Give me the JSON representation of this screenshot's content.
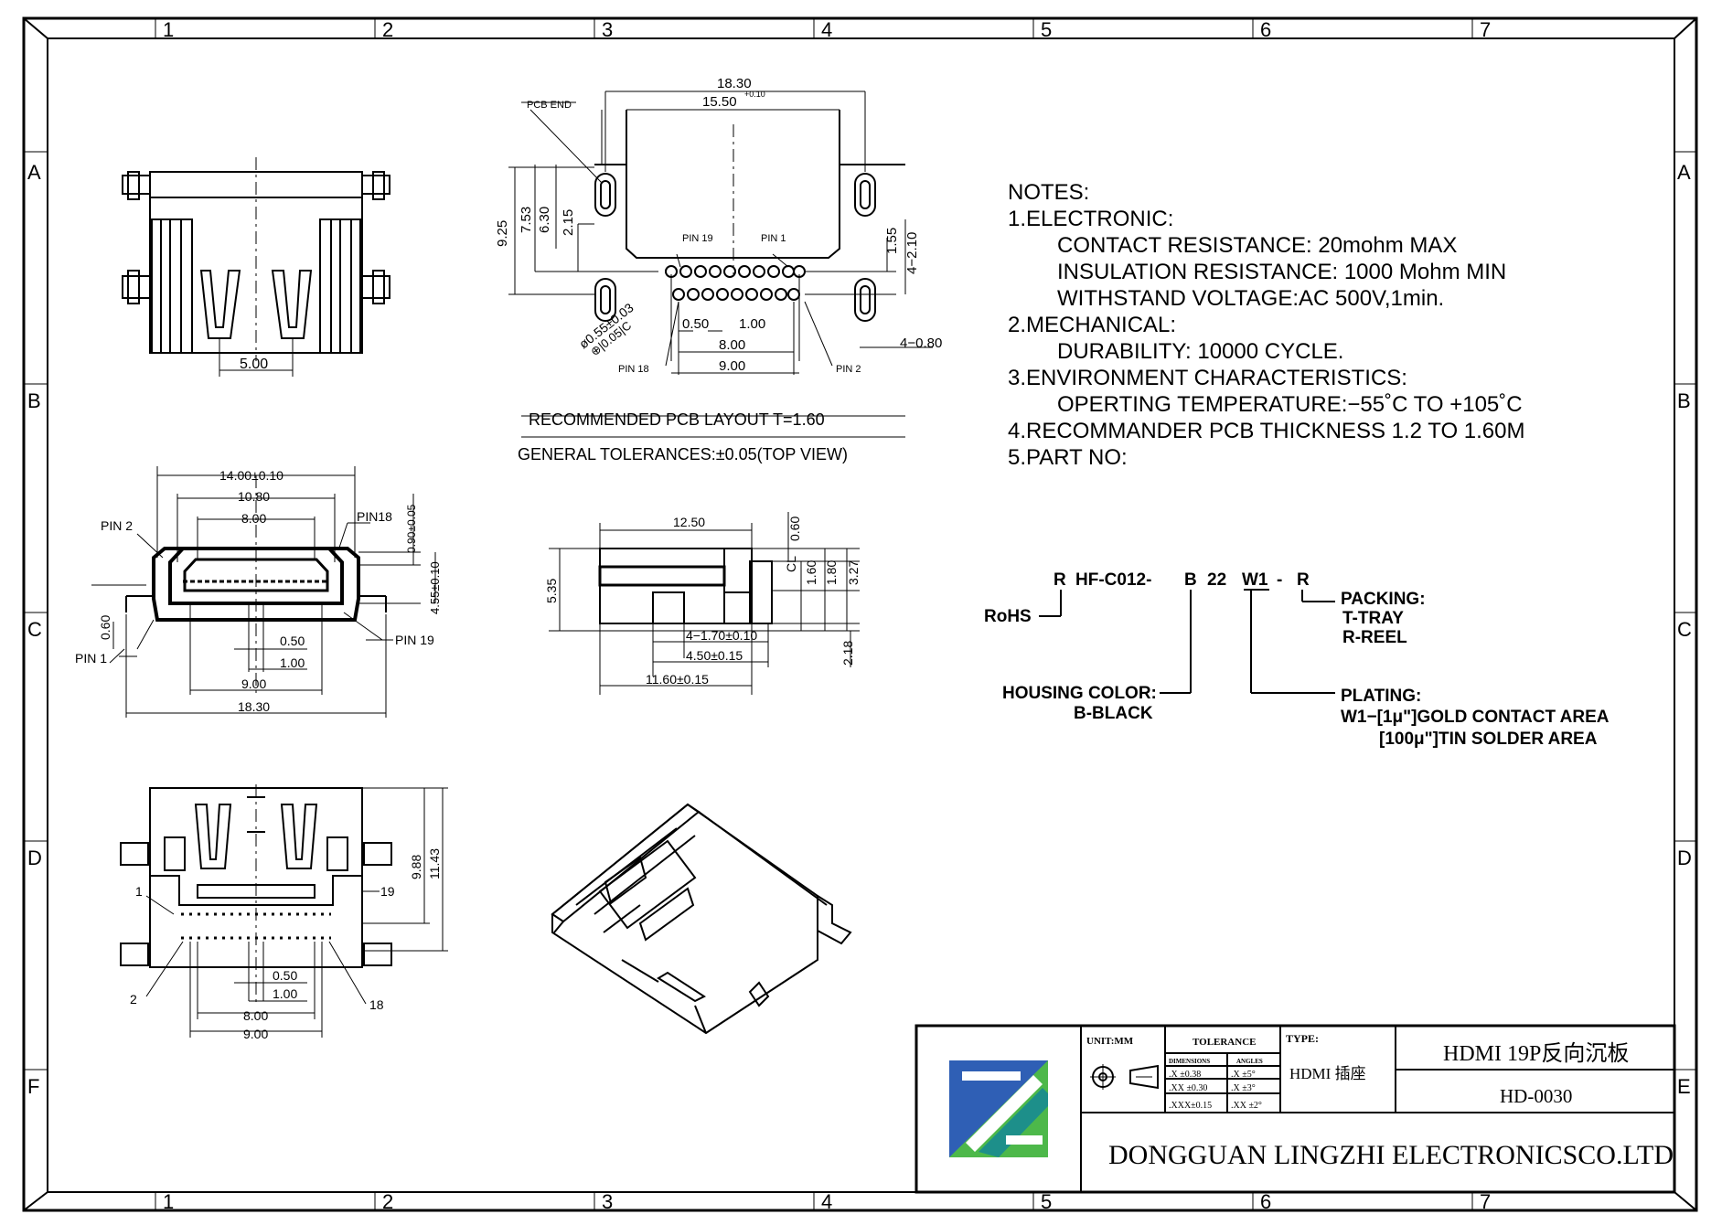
{
  "border": {
    "columns": [
      "1",
      "2",
      "3",
      "4",
      "5",
      "6",
      "7"
    ],
    "rows_left": [
      "A",
      "B",
      "C",
      "D",
      "F"
    ],
    "rows_right": [
      "A",
      "B",
      "C",
      "D",
      "E"
    ]
  },
  "notes": {
    "heading": "NOTES:",
    "lines": [
      "1.ELECTRONIC:",
      "CONTACT  RESISTANCE:  20mohm  MAX",
      "INSULATION  RESISTANCE:  1000  Mohm  MIN",
      "WITHSTAND  VOLTAGE:AC  500V,1min.",
      "2.MECHANICAL:",
      "DURABILITY:  10000  CYCLE.",
      "3.ENVIRONMENT  CHARACTERISTICS:",
      "OPERTING  TEMPERATURE:−55˚C  TO  +105˚C",
      "4.RECOMMANDER  PCB  THICKNESS  1.2  TO  1.60M",
      "5.PART  NO:"
    ]
  },
  "part_no": {
    "code": [
      "R",
      "HF-C012-",
      "B",
      "22",
      "W1",
      "-",
      "R"
    ],
    "rohs": "RoHS",
    "packing": [
      "PACKING:",
      "T-TRAY",
      "R-REEL"
    ],
    "housing": [
      "HOUSING  COLOR:",
      "B-BLACK"
    ],
    "plating": [
      "PLATING:",
      "W1−[1μ\"]GOLD  CONTACT  AREA",
      "[100μ\"]TIN  SOLDER  AREA"
    ]
  },
  "pcb_layout": {
    "caption1": "RECOMMENDED  PCB  LAYOUT  T=1.60",
    "caption2": "GENERAL  TOLERANCES:±0.05(TOP  VIEW)",
    "dims": {
      "w1830": "18.30",
      "w1550": "15.50",
      "tol1550": "+0.10\n0.00",
      "pcb_end": "PCB  END",
      "h925": "9.25",
      "h753": "7.53",
      "h630": "6.30",
      "h215": "2.15",
      "h155": "1.55",
      "h210": "4−2.10",
      "w080": "4−0.80",
      "pin19": "PIN  19",
      "pin1": "PIN  1",
      "pin18": "PIN  18",
      "pin2": "PIN  2",
      "p050": "0.50",
      "p100": "1.00",
      "p800": "8.00",
      "p900": "9.00",
      "hole": "ø0.55±0.03",
      "frame": "⊕|0.05|C"
    }
  },
  "top_view": {
    "d500": "5.00"
  },
  "front_view": {
    "w1400": "14.00±0.10",
    "w1080": "10.80",
    "w800": "8.00",
    "pin2": "PIN  2",
    "pin18": "PIN18",
    "pin1": "PIN  1",
    "pin19": "PIN  19",
    "h090": "0.90±0.05",
    "h455": "4.55±0.10",
    "h060": "0.60",
    "w050": "0.50",
    "w100": "1.00",
    "w900": "9.00",
    "w1830": "18.30"
  },
  "side_view": {
    "w1250": "12.50",
    "h060": "0.60",
    "cl": "CL",
    "h160": "1.60",
    "h180": "1.80",
    "h327": "3.27",
    "h535": "5.35",
    "h218": "2.18",
    "w170": "4−1.70±0.10",
    "w450": "4.50±0.15",
    "w1160": "11.60±0.15"
  },
  "bottom_view": {
    "h988": "9.88",
    "h1143": "11.43",
    "n1": "1",
    "n19": "19",
    "n2": "2",
    "n18": "18",
    "w050": "0.50",
    "w100": "1.00",
    "w800": "8.00",
    "w900": "9.00"
  },
  "title_block": {
    "unit": "UNIT:MM",
    "tolerance": "TOLERANCE",
    "dimensions": "DIMENSIONS",
    "angles": "ANGLES",
    "tol_rows": [
      [
        ".X  ±0.38",
        ".X  ±5°"
      ],
      [
        ".XX  ±0.30",
        ".X  ±3°"
      ],
      [
        ".XXX±0.15",
        ".XX  ±2°"
      ]
    ],
    "type_label": "TYPE:",
    "type_value": "HDMI  插座",
    "product_name": "HDMI  19P反向沉板",
    "drawing_no": "HD-0030",
    "company": "DONGGUAN  LINGZHI  ELECTRONICSCO.LTD"
  },
  "colors": {
    "line": "#000000",
    "logo_blue": "#2f5fb5",
    "logo_green": "#4db84a",
    "logo_teal": "#1d8f8a"
  }
}
